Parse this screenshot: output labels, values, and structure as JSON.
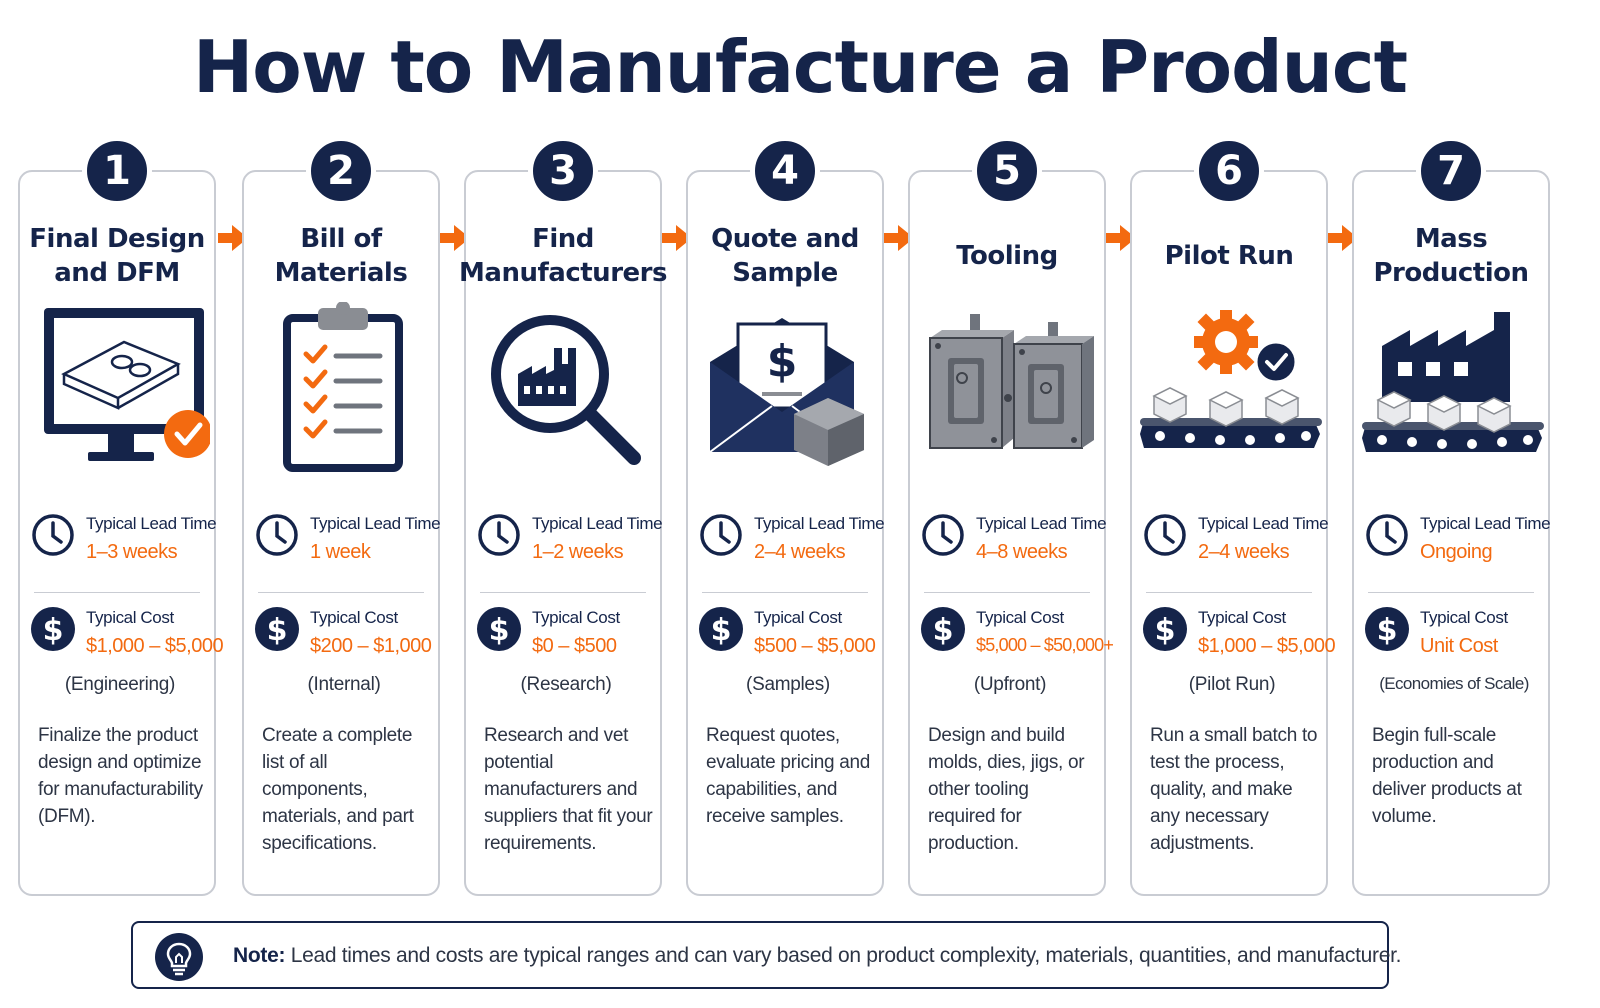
{
  "title": "How to Manufacture a Product",
  "steps": [
    {
      "number": "1",
      "title": "Final Design\nand DFM",
      "lead_label": "Typical Lead Time",
      "lead_value": "1–3 weeks",
      "cost_label": "Typical Cost",
      "cost_value": "$1,000 – $5,000",
      "cost_note": "(Engineering)",
      "description": "Finalize the product design and optimize for manufacturability (DFM).",
      "icon": "monitor-design-check-icon"
    },
    {
      "number": "2",
      "title": "Bill of\nMaterials",
      "lead_label": "Typical Lead Time",
      "lead_value": "1 week",
      "cost_label": "Typical Cost",
      "cost_value": "$200 – $1,000",
      "cost_note": "(Internal)",
      "description": "Create a complete list of all components, materials, and part specifications.",
      "icon": "clipboard-checklist-icon"
    },
    {
      "number": "3",
      "title": "Find\nManufacturers",
      "lead_label": "Typical Lead Time",
      "lead_value": "1–2 weeks",
      "cost_label": "Typical Cost",
      "cost_value": "$0 – $500",
      "cost_note": "(Research)",
      "description": "Research and vet potential manufacturers and suppliers that fit your requirements.",
      "icon": "magnifier-factory-icon"
    },
    {
      "number": "4",
      "title": "Quote and\nSample",
      "lead_label": "Typical Lead Time",
      "lead_value": "2–4 weeks",
      "cost_label": "Typical Cost",
      "cost_value": "$500 – $5,000",
      "cost_note": "(Samples)",
      "description": "Request quotes, evaluate pricing and capabilities, and receive samples.",
      "icon": "envelope-quote-icon"
    },
    {
      "number": "5",
      "title": "Tooling",
      "lead_label": "Typical Lead Time",
      "lead_value": "4–8 weeks",
      "cost_label": "Typical Cost",
      "cost_value": "$5,000 – $50,000+",
      "cost_note": "(Upfront)",
      "description": "Design and build molds, dies, jigs, or other tooling required for production.",
      "icon": "mold-tooling-icon"
    },
    {
      "number": "6",
      "title": "Pilot Run",
      "lead_label": "Typical Lead Time",
      "lead_value": "2–4 weeks",
      "cost_label": "Typical Cost",
      "cost_value": "$1,000 – $5,000",
      "cost_note": "(Pilot Run)",
      "description": "Run a small batch to test the process, quality, and make any necessary adjustments.",
      "icon": "conveyor-gear-icon"
    },
    {
      "number": "7",
      "title": "Mass\nProduction",
      "lead_label": "Typical Lead Time",
      "lead_value": "Ongoing",
      "cost_label": "Typical Cost",
      "cost_value": "Unit Cost",
      "cost_note": "(Economies of Scale)",
      "description": "Begin full-scale production and deliver products at volume.",
      "icon": "factory-conveyor-icon"
    }
  ],
  "note": {
    "label": "Note:",
    "text": "Lead times and costs are typical ranges and can vary based on product complexity, materials, quantities, and manufacturer."
  },
  "colors": {
    "navy": "#15244a",
    "orange": "#f36a10",
    "border": "#c9ccd3",
    "gray": "#8a8d93"
  }
}
